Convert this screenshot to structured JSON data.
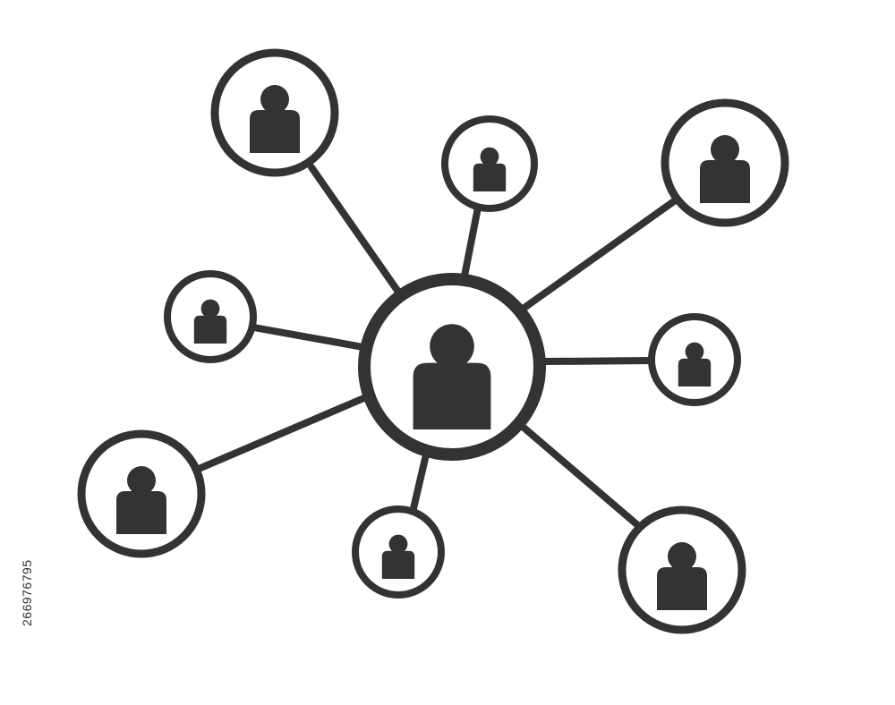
{
  "image": {
    "stock_id": "266976795",
    "colors": {
      "background": "#ffffff",
      "stroke": "#333333",
      "icon_fill": "#333333"
    },
    "nodes": [
      {
        "id": "center",
        "icon": "person-icon"
      },
      {
        "id": "top-left",
        "icon": "person-icon"
      },
      {
        "id": "top-middle",
        "icon": "person-icon"
      },
      {
        "id": "top-right",
        "icon": "person-icon"
      },
      {
        "id": "left-middle",
        "icon": "person-icon"
      },
      {
        "id": "right-middle",
        "icon": "person-icon"
      },
      {
        "id": "bottom-left",
        "icon": "person-icon"
      },
      {
        "id": "bottom-middle",
        "icon": "person-icon"
      },
      {
        "id": "bottom-right",
        "icon": "person-icon"
      }
    ]
  }
}
